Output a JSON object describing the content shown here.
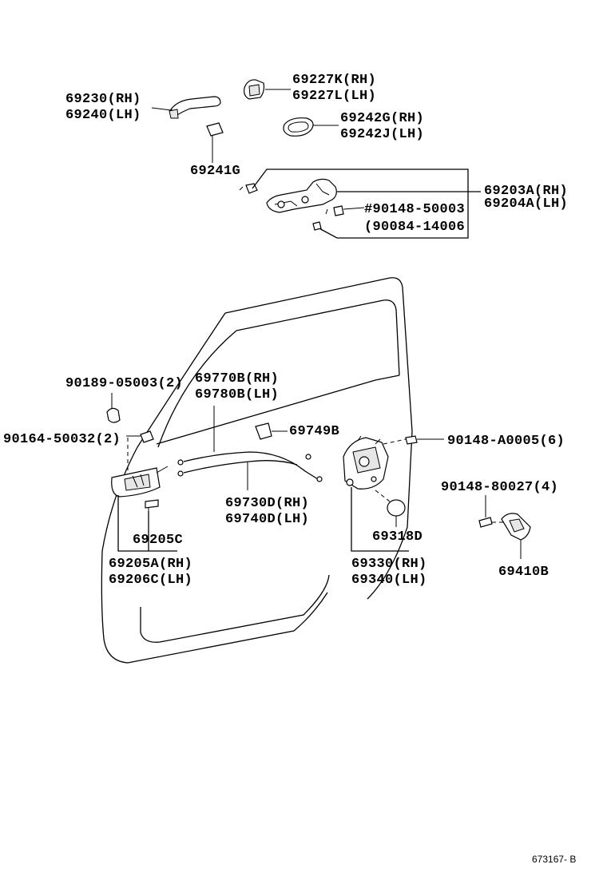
{
  "labels": {
    "l69230": "69230(RH)",
    "l69240": "69240(LH)",
    "l69227K": "69227K(RH)",
    "l69227L": "69227L(LH)",
    "l69242G": "69242G(RH)",
    "l69242J": "69242J(LH)",
    "l69241G": "69241G",
    "l69203A": "69203A(RH)",
    "l69204A": "69204A(LH)",
    "l90148_50003": "#90148-50003",
    "l90084_14006": "(90084-14006",
    "l90189": "90189-05003(2)",
    "l90164": "90164-50032(2)",
    "l69770B": "69770B(RH)",
    "l69780B": "69780B(LH)",
    "l69749B": "69749B",
    "l90148_A0005": "90148-A0005(6)",
    "l90148_80027": "90148-80027(4)",
    "l69730D": "69730D(RH)",
    "l69740D": "69740D(LH)",
    "l69205C": "69205C",
    "l69318D": "69318D",
    "l69205A": "69205A(RH)",
    "l69206C": "69206C(LH)",
    "l69330": "69330(RH)",
    "l69340": "69340(LH)",
    "l69410B": "69410B"
  },
  "figure_code": "673167- B"
}
